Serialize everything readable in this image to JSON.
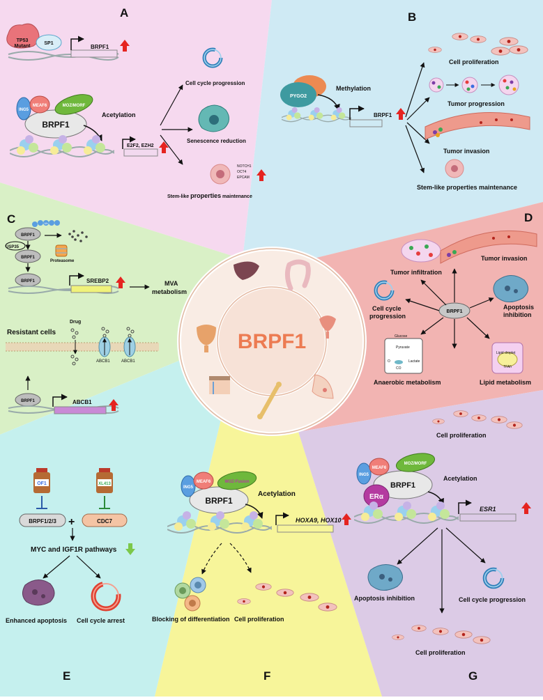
{
  "center": {
    "title": "BRPF1"
  },
  "panels": {
    "A": {
      "letter": "A",
      "tp53": [
        "TP53",
        "Mutant"
      ],
      "sp1": "SP1",
      "brpf1_gene": "BRPF1",
      "ing5": "ING5",
      "meaf6": "MEAF6",
      "moz": "MOZ/MORF",
      "complex": "BRPF1",
      "process": "Acetylation",
      "target": "E2F2, EZH2",
      "out1": "Cell cycle progression",
      "out2": "Senescence reduction",
      "markers": [
        "NOTCH1",
        "OCT4",
        "EPCAM"
      ],
      "out3_a": "Stem-like ",
      "out3_b": "properties",
      "out3_c": " maintenance"
    },
    "B": {
      "letter": "B",
      "pygo2": "PYGO2",
      "process": "Methylation",
      "gene": "BRPF1",
      "out1": "Cell proliferation",
      "out2": "Tumor progression",
      "out3": "Tumor invasion",
      "out4": "Stem-like properties maintenance"
    },
    "C": {
      "letter": "C",
      "brpf1": "BRPF1",
      "ub": "Ub",
      "usp35": "USP35",
      "proteasome": "Proteasome",
      "srebp2": "SREBP2",
      "mva": [
        "MVA",
        "metabolism"
      ],
      "resistant": "Resistant cells",
      "drug": "Drug",
      "abcb1_a": "ABCB1",
      "abcb1_b": "ABCB1",
      "abcb1_gene": "ABCB1"
    },
    "D": {
      "letter": "D",
      "center": "BRPF1",
      "infiltration": "Tumor infiltration",
      "invasion": "Tumor invasion",
      "cellcycle": [
        "Cell cycle",
        "progression"
      ],
      "apoptosis": [
        "Apoptosis",
        "inhibition"
      ],
      "glucose": "Glucose",
      "pyruvate": "Pyruvate",
      "lactate": "Lactate",
      "o2": "O",
      "co2": "CO",
      "lipid_droplet": "Lipid droplet",
      "tfah": "TFAh",
      "anaerobic": "Anaerobic metabolism",
      "lipid": "Lipid metabolism",
      "prolif": "Cell proliferation"
    },
    "E": {
      "letter": "E",
      "drug1": "OF1",
      "drug2": "XL413",
      "target1": "BRPF1/2/3",
      "plus": "+",
      "target2": "CDC7",
      "pathways": "MYC and IGF1R pathways",
      "out1": "Enhanced apoptosis",
      "out2": "Cell cycle arrest"
    },
    "F": {
      "letter": "F",
      "ing5": "ING5",
      "meaf6": "MEAF6",
      "moz": "MOZ-Fusion",
      "complex": "BRPF1",
      "process": "Acetylation",
      "genes": "HOXA9, HOX10",
      "out1": "Blocking of differentiation",
      "out2": "Cell proliferation"
    },
    "G": {
      "letter": "G",
      "ing5": "ING5",
      "meaf6": "MEAF6",
      "moz": "MOZ/MORF",
      "complex": "BRPF1",
      "era": "ERα",
      "process": "Acetylation",
      "gene": "ESR1",
      "out1": "Apoptosis inhibition",
      "out2": "Cell cycle progression",
      "out3": "Cell proliferation"
    }
  },
  "colors": {
    "panelA": "#f6d9ef",
    "panelB": "#cfeaf4",
    "panelC": "#d9f0c6",
    "panelD": "#f2b4b2",
    "panelE": "#c5f0ee",
    "panelF": "#f7f59a",
    "panelG": "#dccbe6",
    "brpf1Title": "#ec7b52",
    "upArrow": "#e52420",
    "downArrow": "#7cc84a"
  }
}
